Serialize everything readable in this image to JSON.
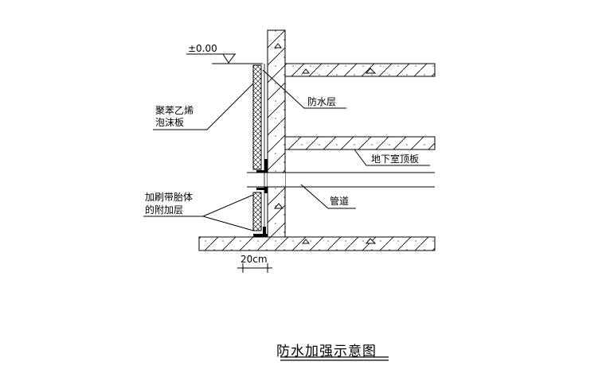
{
  "elevation_label": "±0.00",
  "labels": {
    "insulation_line1": "聚苯乙烯",
    "insulation_line2": "泡沫板",
    "waterproof_layer": "防水层",
    "basement_roof": "地下室顶板",
    "reinforce_line1": "加刷带胎体",
    "reinforce_line2": "的附加层",
    "pipe_trench": "管道",
    "dimension": "20cm"
  },
  "title": "防水加强示意图"
}
